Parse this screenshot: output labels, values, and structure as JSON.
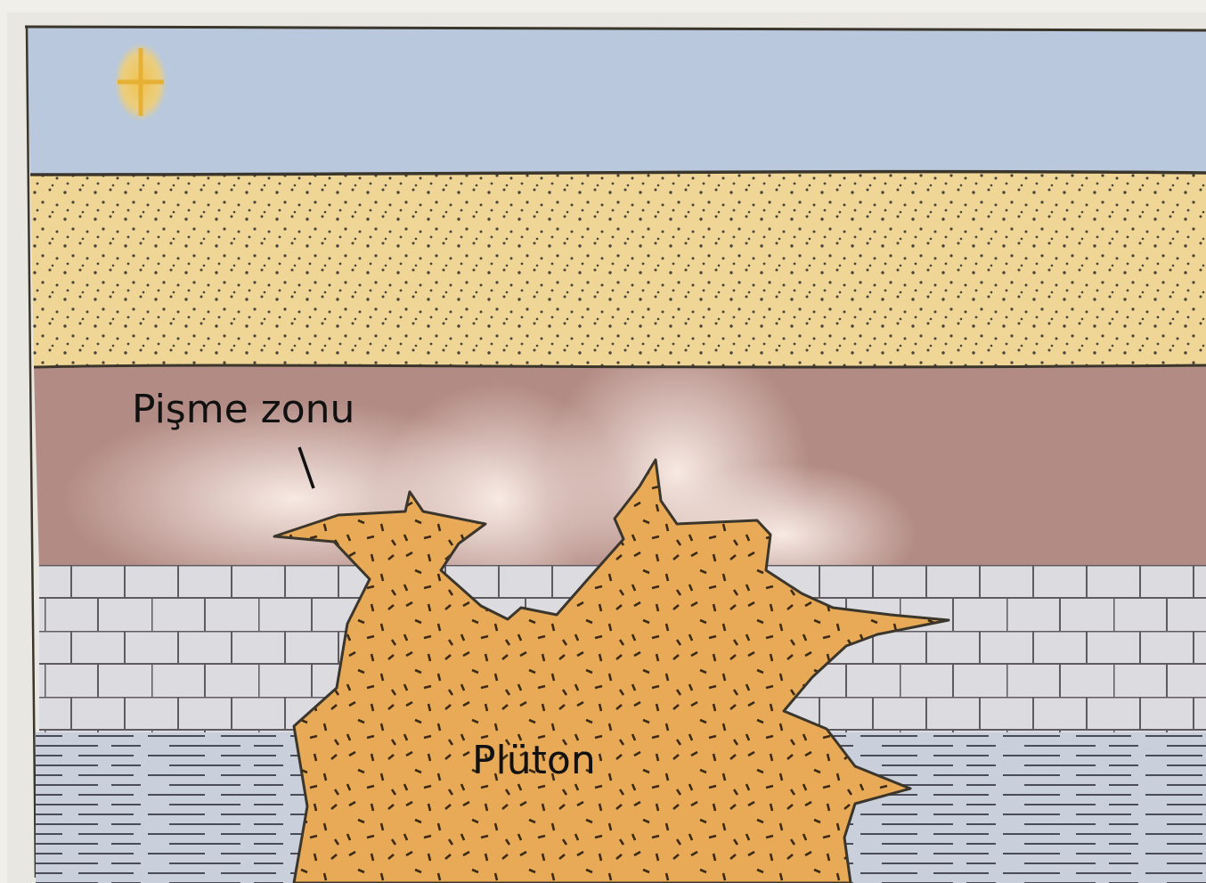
{
  "labels": {
    "contact_zone": "Pişme zonu",
    "pluton": "Plüton"
  },
  "layers": [
    "sky",
    "sandstone",
    "shale",
    "limestone",
    "mudstone"
  ],
  "icons": [
    "sun-icon"
  ],
  "colors": {
    "sky": "#b9c8dc",
    "sandstone": "#efd596",
    "shale": "#b28b84",
    "limestone": "#d9d8de",
    "mudstone": "#c7cfda",
    "pluton": "#e9aa58",
    "sun": "#f0c040",
    "outline": "#3b362c"
  }
}
